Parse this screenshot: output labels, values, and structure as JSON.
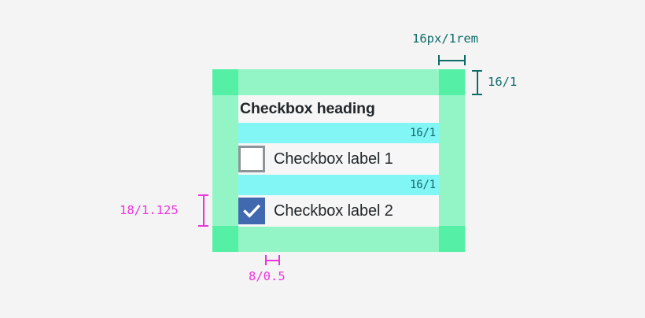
{
  "page": {
    "background": "#f4f4f4"
  },
  "colors": {
    "padding_block": "#55f0a5",
    "container_fill": "#93f5c6",
    "gap_band": "#82f5f5",
    "row_background": "#f6f6f6",
    "teal_annotation": "#0f6b68",
    "pink_annotation": "#ee33dd",
    "checkbox_checked": "#4069b0",
    "checkbox_border": "#8d9499",
    "text": "#21272a"
  },
  "component": {
    "heading": "Checkbox heading",
    "items": [
      {
        "label": "Checkbox label 1",
        "checked": false,
        "icon": "checkbox-empty-icon"
      },
      {
        "label": "Checkbox label 2",
        "checked": true,
        "icon": "checkbox-checked-icon"
      }
    ],
    "gaps": [
      {
        "value": "16/1"
      },
      {
        "value": "16/1"
      }
    ]
  },
  "annotations": {
    "top_padding_width": "16px/1rem",
    "top_padding_height": "16/1",
    "row_height": "18/1.125",
    "checkbox_gap": "8/0.5"
  }
}
